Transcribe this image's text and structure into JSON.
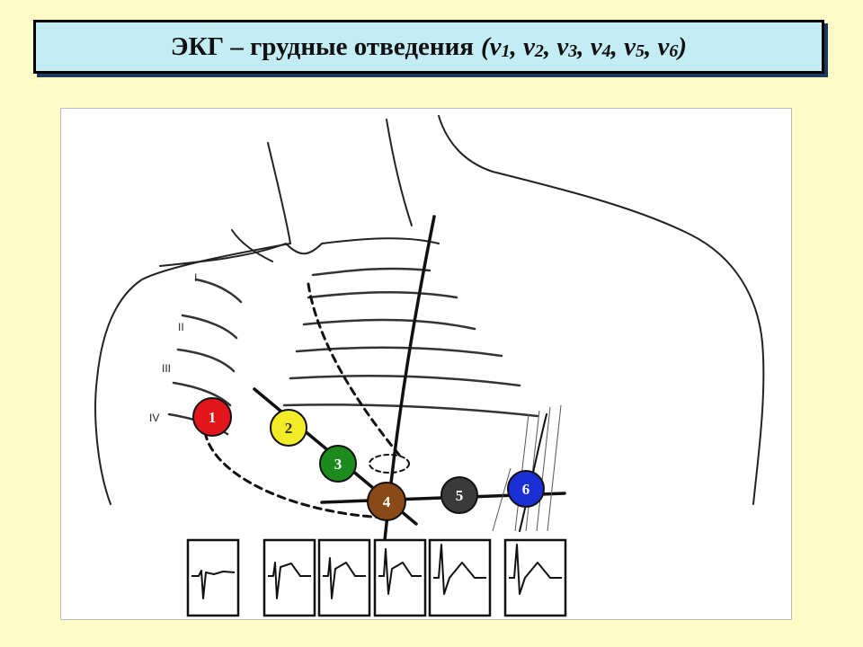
{
  "slide": {
    "title_prefix": "ЭКГ – грудные отведения",
    "leads": [
      "V1",
      "V2",
      "V3",
      "V4",
      "V5",
      "V6"
    ]
  },
  "figure": {
    "rib_labels": [
      "I",
      "II",
      "III",
      "IV"
    ],
    "electrodes": [
      {
        "label": "1",
        "color": "#e3151c"
      },
      {
        "label": "2",
        "color": "#f1eb28"
      },
      {
        "label": "3",
        "color": "#1d8a1d"
      },
      {
        "label": "4",
        "color": "#8a4a17"
      },
      {
        "label": "5",
        "color": "#3a3a3a"
      },
      {
        "label": "6",
        "color": "#1b2fd6"
      }
    ]
  }
}
